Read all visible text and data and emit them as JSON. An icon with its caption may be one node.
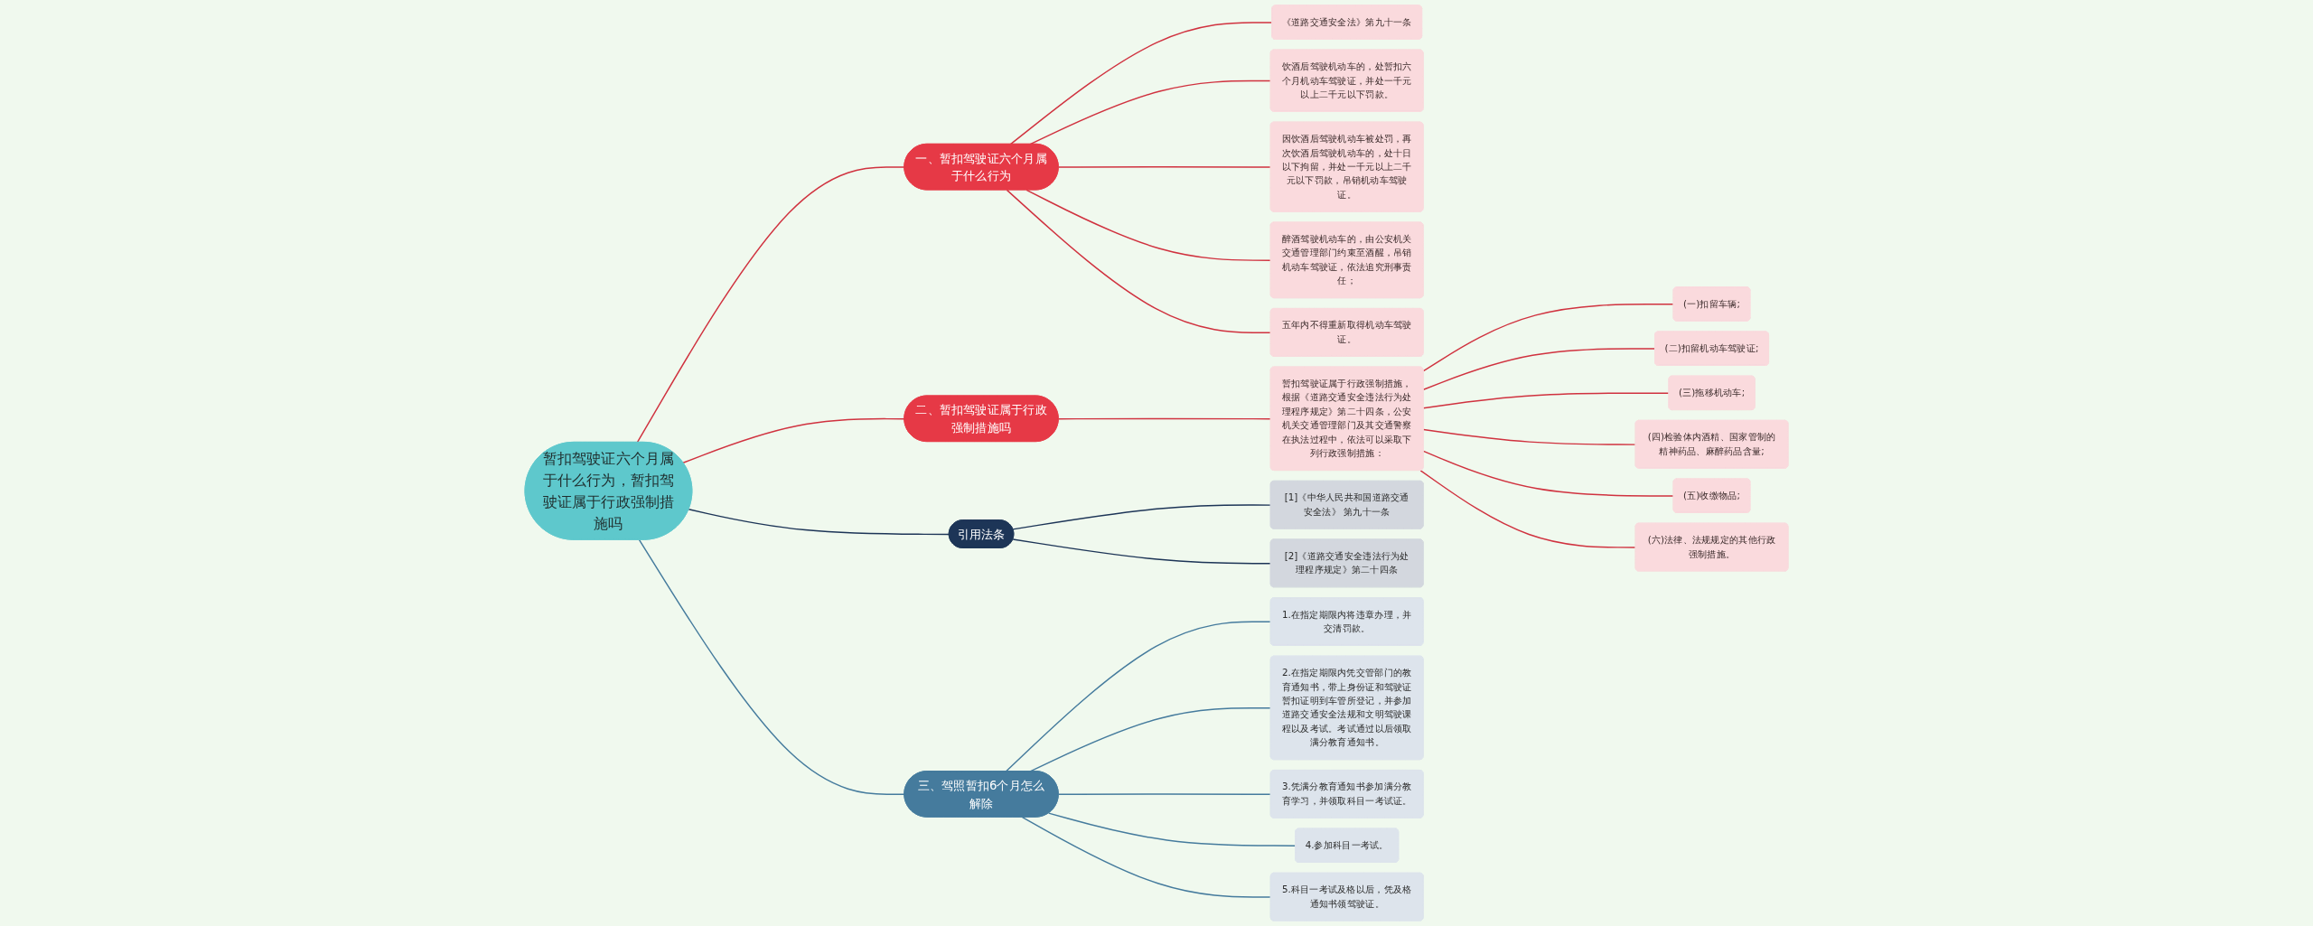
{
  "diagram": {
    "nodes": [
      {
        "text": [
          "暂扣驾驶证六个月属于什么行为，暂扣驾驶证属于行政强制措施吗"
        ]
      },
      {
        "text": [
          "一、暂扣驾驶证六个月属于什么行为"
        ]
      },
      {
        "text": [
          "《道路交通安全法》第九十一条"
        ]
      },
      {
        "text": [
          "饮酒后驾驶机动车的，处暂扣六个月机动车驾驶证，并处一千元以上二千元以下罚款。"
        ]
      },
      {
        "text": [
          "因饮酒后驾驶机动车被处罚，再次饮酒后驾驶机动车的，处十日以下拘留，并处一千元以上二千元以下罚款，吊销机动车驾驶证。"
        ]
      },
      {
        "text": [
          "醉酒驾驶机动车的，由公安机关交通管理部门约束至酒醒，吊销机动车驾驶证，依法追究刑事责任；"
        ]
      },
      {
        "text": [
          "五年内不得重新取得机动车驾驶证。"
        ]
      },
      {
        "text": [
          "二、暂扣驾驶证属于行政强制措施吗"
        ]
      },
      {
        "text": [
          "暂扣驾驶证属于行政强制措施，根据《道路交通安全违法行为处理程序规定》第二十四条，公安机关交通管理部门及其交通警察在执法过程中，依法可以采取下列行政强制措施："
        ]
      },
      {
        "text": [
          "(一)扣留车辆;"
        ]
      },
      {
        "text": [
          "(二)扣留机动车驾驶证;"
        ]
      },
      {
        "text": [
          "(三)拖移机动车;"
        ]
      },
      {
        "text": [
          "(四)检验体内酒精、国家管制的精神药品、麻醉药品含量;"
        ]
      },
      {
        "text": [
          "(五)收缴物品;"
        ]
      },
      {
        "text": [
          "(六)法律、法规规定的其他行政强制措施。"
        ]
      },
      {
        "text": [
          "引用法条"
        ]
      },
      {
        "text": [
          "[1]《中华人民共和国道路交通安全法》 第九十一条"
        ]
      },
      {
        "text": [
          "[2]《道路交通安全违法行为处理程序规定》第二十四条"
        ]
      },
      {
        "text": [
          "三、驾照暂扣6个月怎么解除"
        ]
      },
      {
        "text": [
          "1.在指定期限内将违章办理，并交清罚款。"
        ]
      },
      {
        "text": [
          "2.在指定期限内凭交管部门的教育通知书，带上身份证和驾驶证暂扣证明到车管所登记，并参加道路交通安全法规和文明驾驶课程以及考试。考试通过以后领取满分教育通知书。"
        ]
      },
      {
        "text": [
          "3.凭满分教育通知书参加满分教育学习，并领取科目一考试证。"
        ]
      },
      {
        "text": [
          "4.参加科目一考试。"
        ]
      },
      {
        "text": [
          "5.科目一考试及格以后，凭及格通知书领驾驶证。"
        ]
      }
    ],
    "edges": [
      {
        "from": 0,
        "to": 1,
        "arrow": "none"
      },
      {
        "from": 1,
        "to": 2,
        "arrow": "none"
      },
      {
        "from": 1,
        "to": 3,
        "arrow": "none"
      },
      {
        "from": 1,
        "to": 4,
        "arrow": "none"
      },
      {
        "from": 1,
        "to": 5,
        "arrow": "none"
      },
      {
        "from": 1,
        "to": 6,
        "arrow": "none"
      },
      {
        "from": 0,
        "to": 7,
        "arrow": "none"
      },
      {
        "from": 7,
        "to": 8,
        "arrow": "none"
      },
      {
        "from": 8,
        "to": 9,
        "arrow": "none"
      },
      {
        "from": 8,
        "to": 10,
        "arrow": "none"
      },
      {
        "from": 8,
        "to": 11,
        "arrow": "none"
      },
      {
        "from": 8,
        "to": 12,
        "arrow": "none"
      },
      {
        "from": 8,
        "to": 13,
        "arrow": "none"
      },
      {
        "from": 8,
        "to": 14,
        "arrow": "none"
      },
      {
        "from": 0,
        "to": 15,
        "arrow": "none",
        "color": "#1d3557"
      },
      {
        "from": 15,
        "to": 16,
        "arrow": "none",
        "color": "#1d3557"
      },
      {
        "from": 15,
        "to": 17,
        "arrow": "none",
        "color": "#1d3557"
      },
      {
        "from": 0,
        "to": 18,
        "arrow": "none",
        "color": "#457b9d"
      },
      {
        "from": 18,
        "to": 19,
        "arrow": "none",
        "color": "#457b9d"
      },
      {
        "from": 18,
        "to": 20,
        "arrow": "none",
        "color": "#457b9d"
      },
      {
        "from": 18,
        "to": 21,
        "arrow": "none",
        "color": "#457b9d"
      },
      {
        "from": 18,
        "to": 22,
        "arrow": "none",
        "color": "#457b9d"
      },
      {
        "from": 18,
        "to": 23,
        "arrow": "none",
        "color": "#457b9d"
      }
    ]
  }
}
